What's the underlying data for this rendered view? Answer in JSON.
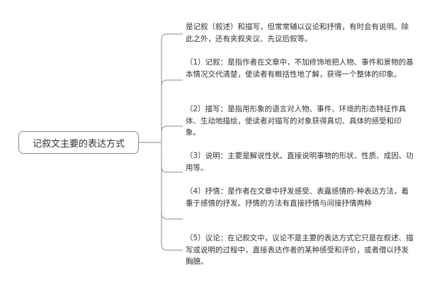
{
  "root": {
    "label": "记叙文主要的表达方式"
  },
  "branches": [
    {
      "text": "是记叙（叙述）和描写，但常常辅以议论和抒情，有时会有说明。除此之外，还有夹叙夹议、先议后叙等。"
    },
    {
      "text": "（1）记叙：是指作者在文章中，不加修饰地把人物、事件和景物的基本情况交代清楚，使读者有概括性地了解，获得一个整体的印象。"
    },
    {
      "text": "（2）描写：是指用形象的语言对人物、事件、环境的形态特征作具体、生动地描绘，使读者对描写的对象获得真切、具体的感受和印象。"
    },
    {
      "text": "（3）说明：主要是解说性状。直接说明事物的形状、性质、成因、功用等。"
    },
    {
      "text": "（4）抒情：是作者在文章中抒发感受、表露感情的-种表达方法，着重于感情的抒发。抒情的方法有直接抒情与间接抒情两种"
    },
    {
      "text": "（5）议论：在记叙文中，议论不是主要的表达方式它只是在叙述、描写或说明的过程中，直接表达作者的某种感受和评价，或者借以抒发胸臆。"
    }
  ],
  "colors": {
    "line": "#8a8a8a",
    "text": "#333333"
  }
}
